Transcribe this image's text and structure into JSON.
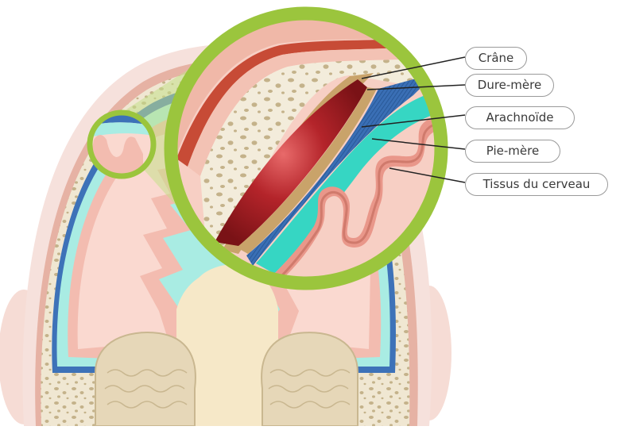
{
  "diagram": {
    "labels": [
      {
        "id": "crane",
        "text": "Crâne"
      },
      {
        "id": "dure-mere",
        "text": "Dure-mère"
      },
      {
        "id": "arachnoide",
        "text": "Arachnoïde"
      },
      {
        "id": "pie-mere",
        "text": "Pie-mère"
      },
      {
        "id": "tissus",
        "text": "Tissus du cerveau"
      }
    ],
    "colors": {
      "ring": "#9bc53d",
      "skin": "#f6e1dc",
      "scalp": "#e9b7a8",
      "bone": "#f0e7d2",
      "bone_dots": "#c4b28a",
      "dura_outer": "#c96a55",
      "hematoma": "#a51e24",
      "dura_tan": "#c9a36a",
      "arachnoid_blue": "#2f64a8",
      "csf": "#36d6c3",
      "brain": "#efa89a",
      "brain_light": "#f7cfc4",
      "cerebellum": "#e8dcc2"
    }
  }
}
